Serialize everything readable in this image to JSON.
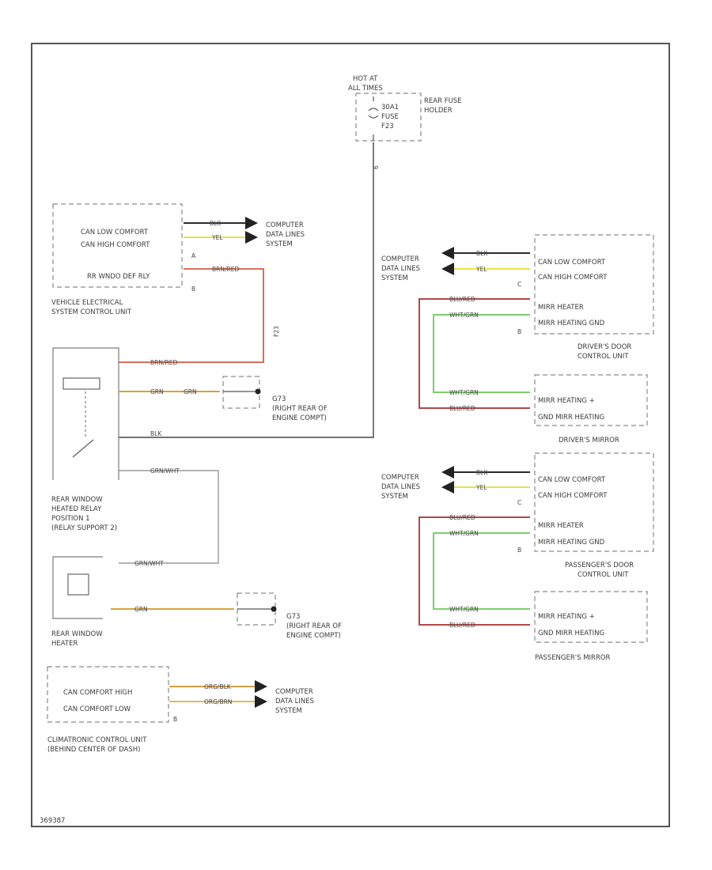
{
  "colors": {
    "blk": "#2a2a2a",
    "yel": "#e8e24a",
    "brnred": "#c95a4a",
    "grn": "#d9a23a",
    "grnwht": "#9a9a9a",
    "blured": "#b04848",
    "whtgrn": "#7ccf6a",
    "orgblk": "#d8a048",
    "orgbrn": "#e2b95a"
  },
  "fuse": {
    "hot_at": "HOT AT",
    "all_times": "ALL TIMES",
    "lines": [
      "30A1",
      "FUSE",
      "F23"
    ],
    "holder": [
      "REAR FUSE",
      "HOLDER"
    ],
    "wire_code": "6"
  },
  "vescu": {
    "lines": [
      "CAN LOW COMFORT",
      "CAN HIGH COMFORT",
      "RR WNDO DEF RLY"
    ],
    "name": [
      "VEHICLE ELECTRICAL",
      "SYSTEM CONTROL UNIT"
    ],
    "pins": [
      "A",
      "B"
    ],
    "wire_codes": [
      "BLK",
      "YEL",
      "BRN/RED"
    ],
    "dest": [
      "COMPUTER",
      "DATA LINES",
      "SYSTEM"
    ],
    "fuse_ref": "F23"
  },
  "relay": {
    "name": [
      "REAR WINDOW",
      "HEATED RELAY",
      "POSITION 1",
      "(RELAY SUPPORT 2)"
    ],
    "wire_codes": [
      "BRN/RED",
      "GRN",
      "GRN",
      "BLK",
      "GRN/WHT"
    ],
    "gnd": [
      "G73",
      "(RIGHT REAR OF",
      "ENGINE COMPT)"
    ]
  },
  "heater": {
    "name": [
      "REAR WINDOW",
      "HEATER"
    ],
    "wire_codes": [
      "GRN/WHT",
      "GRN"
    ],
    "gnd": [
      "G73",
      "(RIGHT REAR OF",
      "ENGINE COMPT)"
    ]
  },
  "climatronic": {
    "lines": [
      "CAN COMFORT HIGH",
      "CAN COMFORT LOW"
    ],
    "name": [
      "CLIMATRONIC CONTROL UNIT",
      "(BEHIND CENTER OF DASH)"
    ],
    "wire_codes": [
      "ORG/BLK",
      "ORG/BRN"
    ],
    "dest": [
      "COMPUTER",
      "DATA LINES",
      "SYSTEM"
    ],
    "pin": "B"
  },
  "driver": {
    "dest": [
      "COMPUTER",
      "DATA LINES",
      "SYSTEM"
    ],
    "unit_lines": [
      "CAN LOW COMFORT",
      "CAN HIGH COMFORT",
      "MIRR HEATER",
      "MIRR HEATING GND"
    ],
    "unit_name": [
      "DRIVER'S DOOR",
      "CONTROL UNIT"
    ],
    "mirror_lines": [
      "MIRR HEATING +",
      "GND MIRR HEATING"
    ],
    "mirror_name": "DRIVER'S MIRROR",
    "wire_codes": [
      "BLK",
      "YEL",
      "BLU/RED",
      "WHT/GRN",
      "WHT/GRN",
      "BLU/RED"
    ],
    "pins": [
      "C",
      "B"
    ]
  },
  "passenger": {
    "dest": [
      "COMPUTER",
      "DATA LINES",
      "SYSTEM"
    ],
    "unit_lines": [
      "CAN LOW COMFORT",
      "CAN HIGH COMFORT",
      "MIRR HEATER",
      "MIRR HEATING GND"
    ],
    "unit_name": [
      "PASSENGER'S DOOR",
      "CONTROL UNIT"
    ],
    "mirror_lines": [
      "MIRR HEATING +",
      "GND MIRR HEATING"
    ],
    "mirror_name": "PASSENGER'S MIRROR",
    "wire_codes": [
      "BLK",
      "YEL",
      "BLU/RED",
      "WHT/GRN",
      "WHT/GRN",
      "BLU/RED"
    ],
    "pins": [
      "C",
      "B"
    ]
  },
  "footer_code": "369387"
}
